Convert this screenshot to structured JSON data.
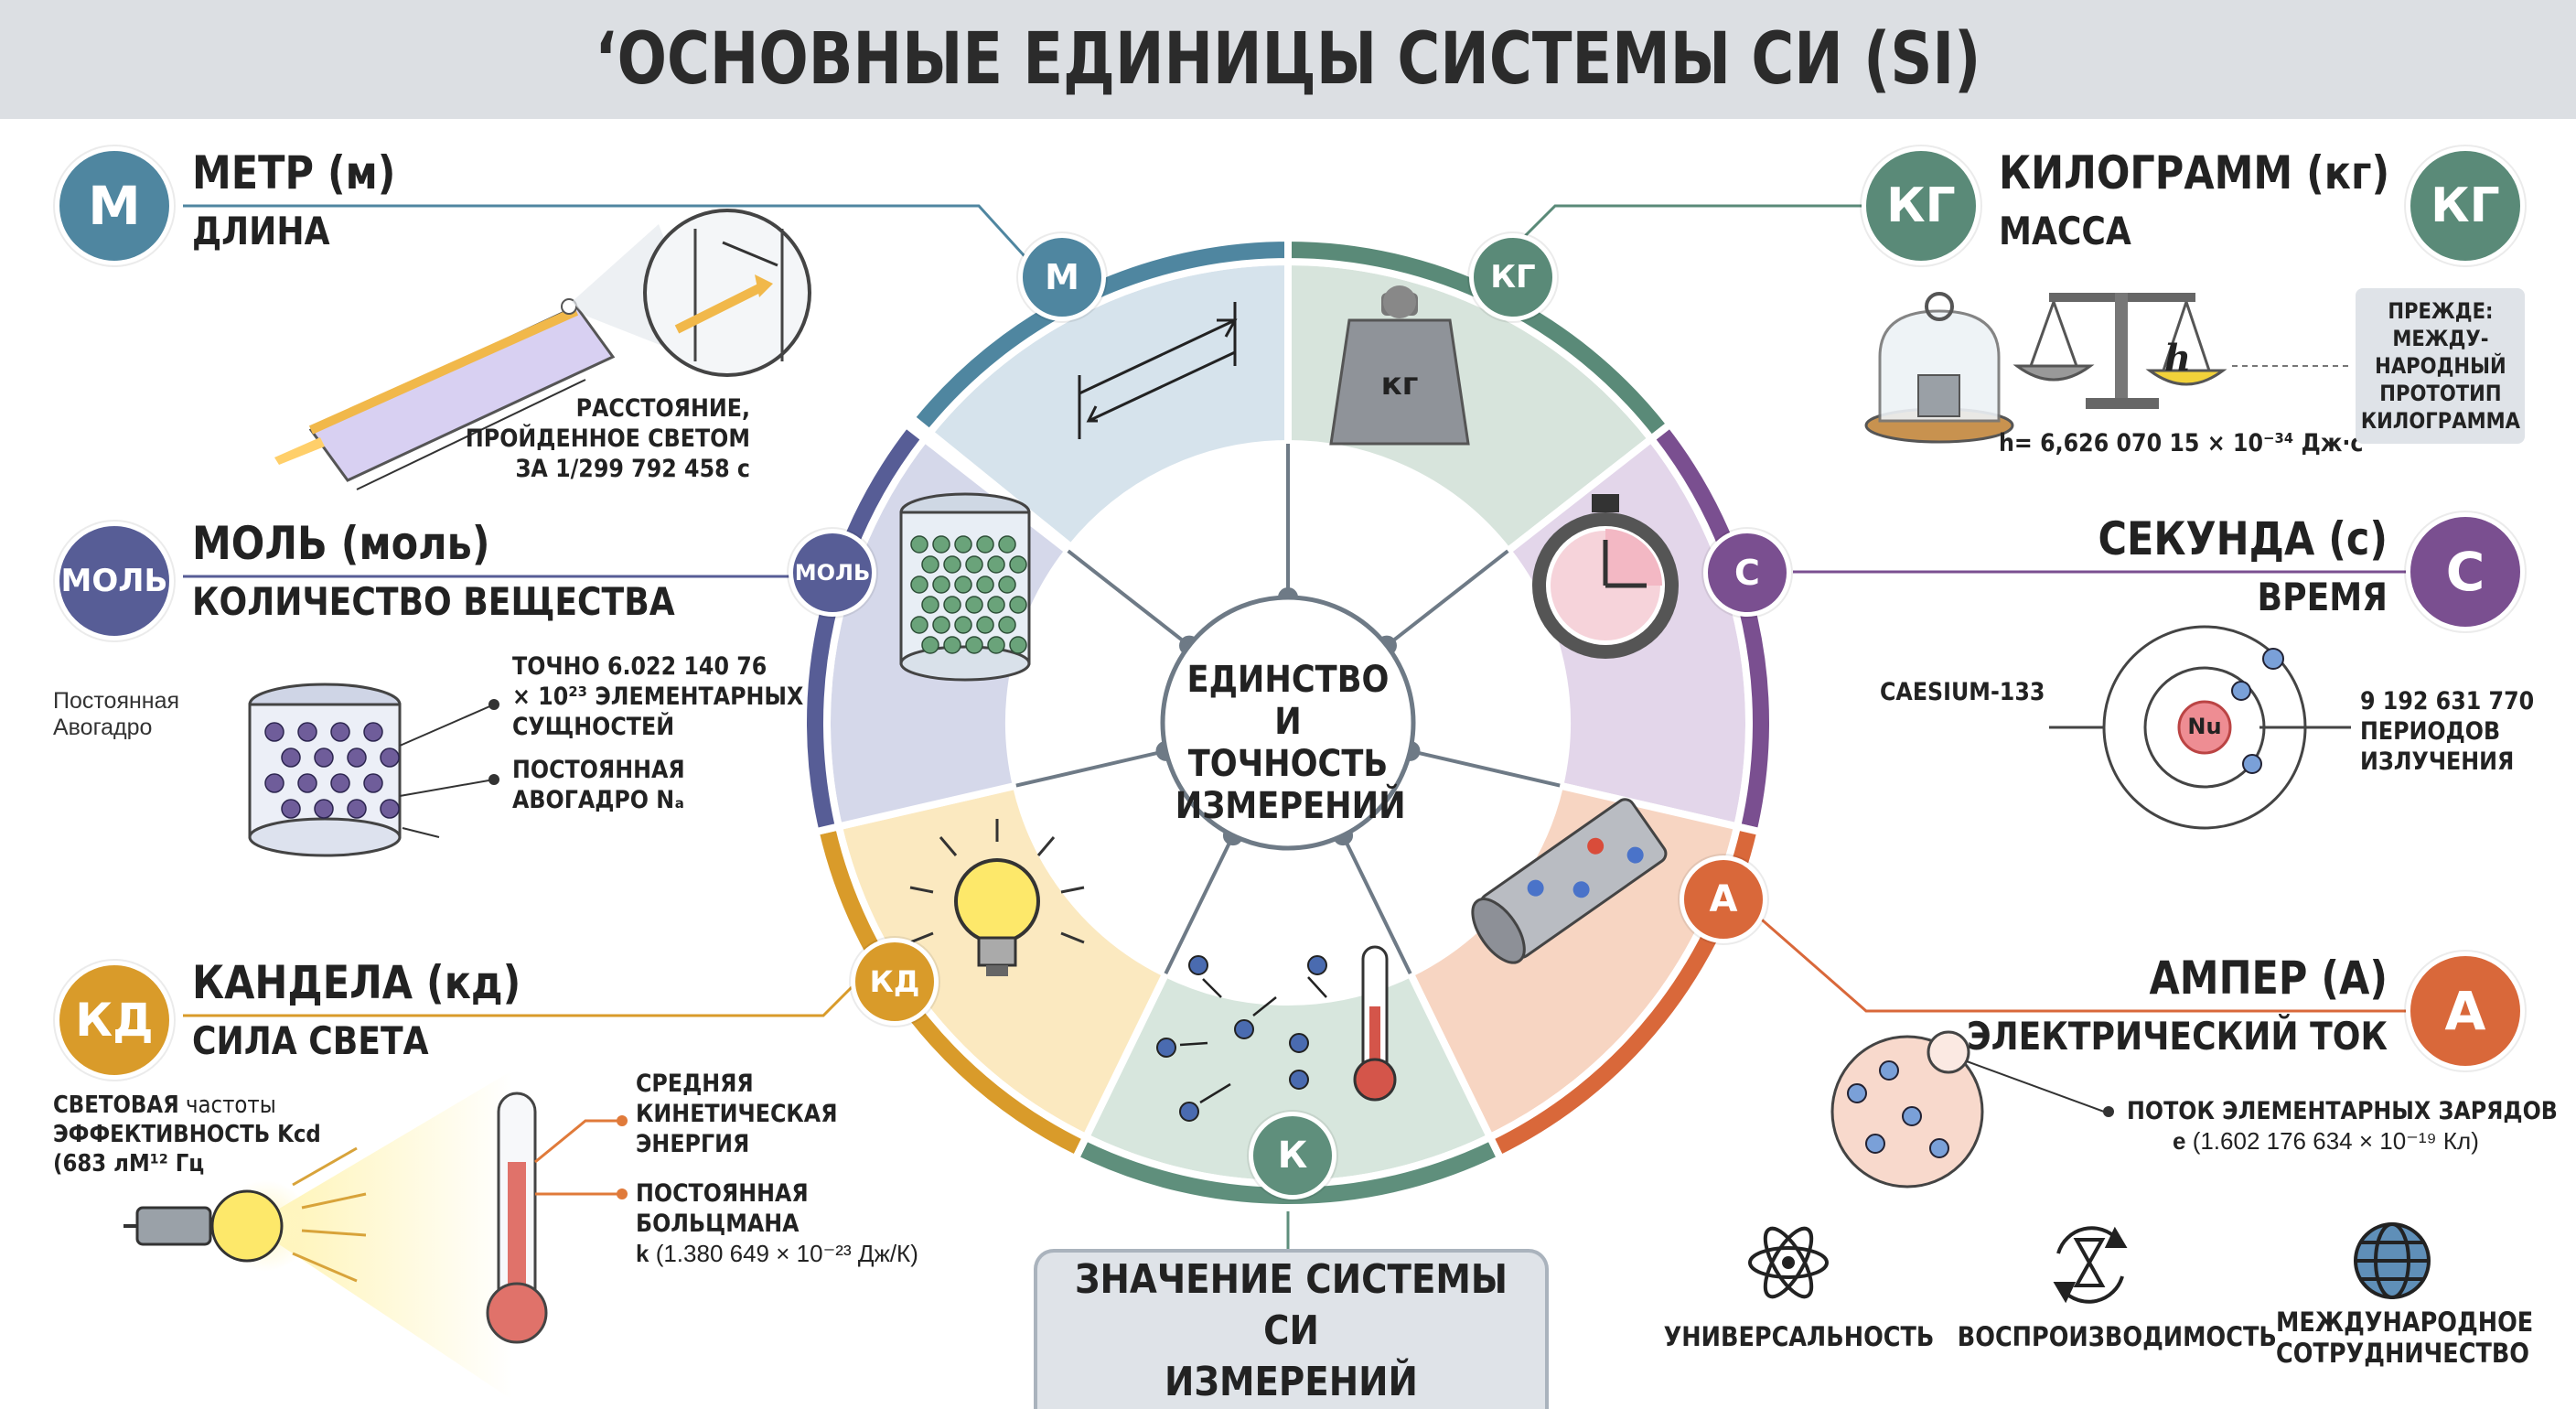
{
  "title": "‘ОСНОВНЫЕ ЕДИНИЦЫ СИСТЕМЫ СИ (SI)",
  "center": "ЕДИНСТВО\nИ ТОЧНОСТЬ\nИЗМЕРЕНИЙ",
  "colors": {
    "meter": "#4f86a0",
    "kilogram": "#5a8a78",
    "second": "#7a4f90",
    "ampere": "#d9683a",
    "kelvin": "#5f8f7c",
    "candela": "#d99b2a",
    "mole": "#575d96"
  },
  "meter": {
    "badge": "М",
    "ring_badge": "М",
    "name": "МЕТР (м)",
    "quantity": "ДЛИНА",
    "detail": "РАССТОЯНИЕ,\nПРОЙДЕННОЕ СВЕТОМ\nЗА 1/299 792 458 с"
  },
  "kilogram": {
    "badge_left": "КГ",
    "badge_right": "КГ",
    "ring_badge": "КГ",
    "weight_label": "кг",
    "name": "КИЛОГРАММ (кг)",
    "quantity": "МАССА",
    "planck_symbol": "h",
    "formula": "h= 6,626 070 15 × 10⁻³⁴ Дж·с",
    "prototype": "ПРЕЖДЕ:\nМЕЖДУ-\nНАРОДНЫЙ\nПРОТОТИП\nКИЛОГРАММА"
  },
  "second": {
    "badge": "С",
    "ring_badge": "С",
    "name": "СЕКУНДА (с)",
    "quantity": "ВРЕМЯ",
    "isotope": "CAESIUM-133",
    "nucleus": "Nu",
    "periods": "9 192 631 770\nПЕРИОДОВ\nИЗЛУЧЕНИЯ"
  },
  "ampere": {
    "badge": "А",
    "ring_badge": "А",
    "name": "АМПЕР (А)",
    "quantity": "ЭЛЕКТРИЧЕСКИЙ ТОК",
    "flow": "ПОТОК ЭЛЕМЕНТАРНЫХ ЗАРЯДОВ",
    "charge_symbol": "e",
    "charge_value": " (1.602 176 634 × 10⁻¹⁹ Кл)"
  },
  "kelvin": {
    "ring_badge": "К",
    "energy": "СРЕДНЯЯ\nКИНЕТИЧЕСКАЯ\nЭНЕРГИЯ",
    "boltzmann": "ПОСТОЯННАЯ\nБОЛЬЦМАНА",
    "boltzmann_symbol": "k",
    "boltzmann_value": " (1.380 649 × 10⁻²³ Дж/К)"
  },
  "candela": {
    "badge": "КД",
    "ring_badge": "КД",
    "name": "КАНДЕЛА (кд)",
    "quantity": "СИЛА СВЕТА",
    "efficacy_bold1": "СВЕТОВАЯ",
    "efficacy_normal": " частоты",
    "efficacy_bold2": "ЭФФЕКТИВНОСТЬ Kcd",
    "efficacy_value": "(683 лМ¹² Гц"
  },
  "mole": {
    "badge": "МОЛЬ",
    "ring_badge": "МОЛЬ",
    "name": "МОЛЬ (моль)",
    "quantity": "КОЛИЧЕСТВО ВЕЩЕСТВА",
    "note": "Постоянная\nАвогадро",
    "exact": "ТОЧНО 6.022 140 76\n× 10²³ ЭЛЕМЕНТАРНЫХ\nСУЩНОСТЕЙ",
    "constant": "ПОСТОЯННАЯ\nАВОГАДРО Nₐ"
  },
  "meaning_box": "ЗНАЧЕНИЕ СИСТЕМЫ СИ\nИЗМЕРЕНИЙ",
  "bottom_icons": [
    {
      "icon": "atom-icon",
      "label": "УНИВЕРСАЛЬНОСТЬ"
    },
    {
      "icon": "hourglass-cycle-icon",
      "label": "ВОСПРОИЗВОДИМОСТЬ"
    },
    {
      "icon": "globe-icon",
      "label": "МЕЖДУНАРОДНОЕ\nСОТРУДНИЧЕСТВО"
    }
  ]
}
